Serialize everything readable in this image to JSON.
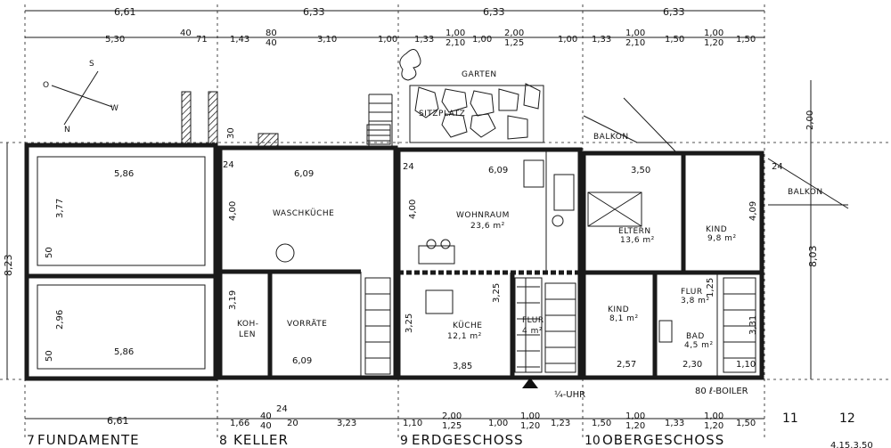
{
  "top_row1": [
    "6,61",
    "6,33",
    "6,33",
    "6,33"
  ],
  "top_row2": [
    "5,30",
    "40",
    "71",
    "1,43",
    "80",
    "40",
    "3,10",
    "1,00",
    "1,33",
    "1,00",
    "2,10",
    "1,00",
    "2,00",
    "1,25",
    "1,00",
    "1,33",
    "1,00",
    "2,10",
    "1,50",
    "1,00",
    "1,20",
    "1,50"
  ],
  "bottom_row1": [
    "6,61",
    "1,66",
    "40",
    "40",
    "24",
    "20",
    "3,23",
    "1,10",
    "2,00",
    "1,25",
    "1,00",
    "1,00",
    "1,20",
    "1,23",
    "1,50",
    "1,00",
    "1,20",
    "1,33",
    "1,00",
    "1,20",
    "1,50"
  ],
  "left_dims": [
    "8,23",
    "3,77",
    "2,96",
    "50",
    "50"
  ],
  "right_dims": [
    "8,03",
    "2,00",
    "4,09",
    "3,31",
    "1,25",
    "1,10"
  ],
  "compass": {
    "n": "N",
    "s": "S",
    "w": "W",
    "o": "O"
  },
  "garden": {
    "garten": "GARTEN",
    "sitzplatz": "SITZPLATZ"
  },
  "rooms": {
    "fund_top_dim": "5,86",
    "fund_bottom_dim": "5,86",
    "waschkueche": "WASCHKÜCHE",
    "waschkueche_dim": "6,09",
    "waschkueche_h": "4,00",
    "kohlen_1": "KOH-",
    "kohlen_2": "LEN",
    "kohlen_h": "3,19",
    "vorraete": "VORRÄTE",
    "vorraete_dim": "6,09",
    "wohnraum": "WOHNRAUM",
    "wohnraum_area": "23,6 m²",
    "wohnraum_dim": "6,09",
    "wohnraum_h": "4,00",
    "kueche": "KÜCHE",
    "kueche_area": "12,1 m²",
    "kueche_dim": "3,85",
    "kueche_h": "3,25",
    "flur_eg": "FLUR",
    "flur_eg_area": "4 m²",
    "flur_eg_h": "3,25",
    "balkon_1": "BALKON",
    "balkon_2": "BALKON",
    "eltern": "ELTERN",
    "eltern_area": "13,6 m²",
    "eltern_dim": "3,50",
    "kind_1": "KIND",
    "kind_1_area": "9,8 m²",
    "kind_2": "KIND",
    "kind_2_area": "8,1 m²",
    "kind_2_dim": "2,57",
    "flur_og": "FLUR",
    "flur_og_area": "3,8 m²",
    "bad": "BAD",
    "bad_area": "4,5 m²",
    "bad_dim": "2,30",
    "wall_24a": "24",
    "wall_24b": "24",
    "wall_24c": "24",
    "wall_30": "30",
    "uhr": "¼-UHR",
    "boiler": "80 ℓ-BOILER"
  },
  "floor_labels": [
    {
      "num": "7",
      "name": "FUNDAMENTE"
    },
    {
      "num": "8",
      "name": "KELLER"
    },
    {
      "num": "9",
      "name": "ERDGESCHOSS"
    },
    {
      "num": "10",
      "name": "OBERGESCHOSS"
    }
  ],
  "sheet_numbers": [
    "11",
    "12"
  ],
  "sheet_date": "4.15.3.50"
}
